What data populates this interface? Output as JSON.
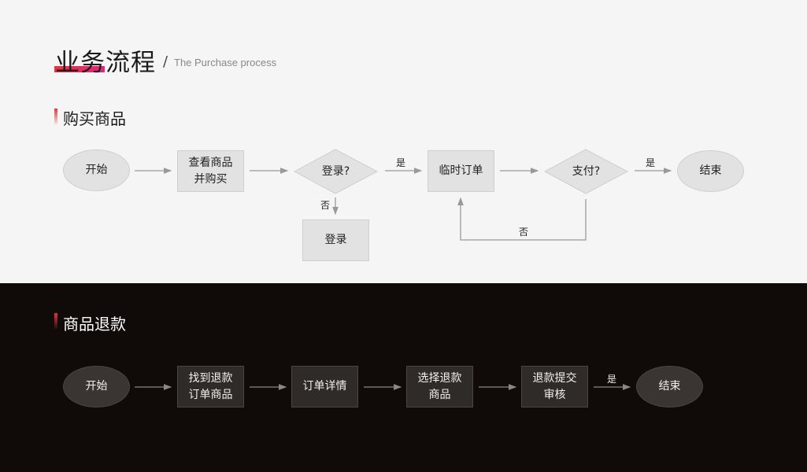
{
  "header": {
    "title": "业务流程",
    "subtitle": "The Purchase process",
    "separator": "/"
  },
  "purchase": {
    "section_title": "购买商品",
    "nodes": {
      "start": "开始",
      "view": "查看商品并购买",
      "login_q": "登录?",
      "temp_order": "临时订单",
      "pay_q": "支付?",
      "end": "结束",
      "login": "登录"
    },
    "labels": {
      "yes1": "是",
      "yes2": "是",
      "no1": "否",
      "no2": "否"
    }
  },
  "refund": {
    "section_title": "商品退款",
    "nodes": {
      "start": "开始",
      "find": "找到退款订单商品",
      "detail": "订单详情",
      "select": "选择退款商品",
      "submit": "退款提交审核",
      "end": "结束"
    },
    "labels": {
      "yes": "是"
    }
  },
  "colors": {
    "accent": "#e8343f",
    "light_bg": "#f5f5f5",
    "dark_bg": "#100a09"
  }
}
